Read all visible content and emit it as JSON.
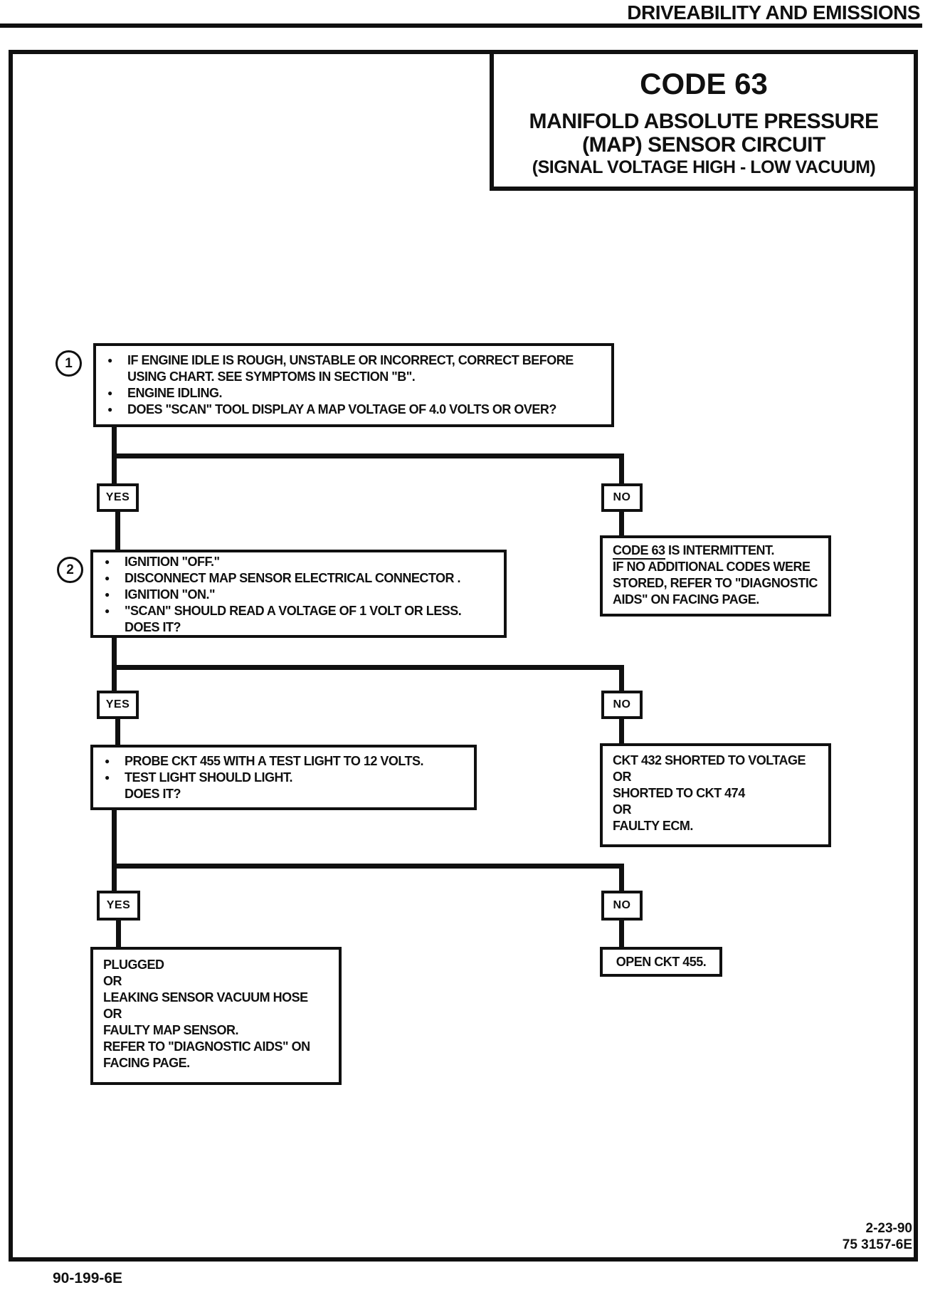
{
  "header": {
    "title": "DRIVEABILITY AND EMISSIONS"
  },
  "title_block": {
    "code": "CODE 63",
    "line1": "MANIFOLD ABSOLUTE PRESSURE",
    "line2": "(MAP) SENSOR CIRCUIT",
    "line3": "(SIGNAL VOLTAGE HIGH - LOW VACUUM)"
  },
  "labels": {
    "yes": "YES",
    "no": "NO"
  },
  "steps": {
    "s1": {
      "num": "1",
      "lines": [
        {
          "b": 1,
          "t": "IF ENGINE IDLE IS ROUGH, UNSTABLE OR INCORRECT, CORRECT BEFORE"
        },
        {
          "b": 0,
          "t": "USING CHART.  SEE SYMPTOMS IN SECTION \"B\"."
        },
        {
          "b": 1,
          "t": "ENGINE IDLING."
        },
        {
          "b": 1,
          "t": "DOES \"SCAN\" TOOL DISPLAY A MAP VOLTAGE OF 4.0  VOLTS OR OVER?"
        }
      ]
    },
    "s2": {
      "num": "2",
      "lines": [
        {
          "b": 1,
          "t": "IGNITION \"OFF.\""
        },
        {
          "b": 1,
          "t": "DISCONNECT MAP SENSOR ELECTRICAL CONNECTOR ."
        },
        {
          "b": 1,
          "t": "IGNITION \"ON.\""
        },
        {
          "b": 1,
          "t": "\"SCAN\" SHOULD READ  A VOLTAGE OF 1 VOLT OR LESS."
        },
        {
          "b": 0,
          "t": "DOES IT?"
        }
      ]
    },
    "s3": {
      "lines": [
        {
          "b": 1,
          "t": "PROBE CKT 455 WITH A TEST LIGHT TO 12  VOLTS."
        },
        {
          "b": 1,
          "t": "TEST LIGHT SHOULD LIGHT."
        },
        {
          "b": 0,
          "t": "DOES IT?"
        }
      ]
    }
  },
  "results": {
    "intermittent": {
      "underlined": "CODE 63",
      "rest": " IS INTERMITTENT.",
      "lines": [
        "IF NO ADDITIONAL CODES WERE",
        "STORED, REFER TO \"DIAGNOSTIC",
        "AIDS\" ON FACING PAGE."
      ]
    },
    "shorted": {
      "lines": [
        "CKT 432 SHORTED TO VOLTAGE",
        "OR",
        "SHORTED TO CKT 474",
        "OR",
        "FAULTY ECM."
      ]
    },
    "plugged": {
      "lines": [
        "PLUGGED",
        "OR",
        "LEAKING SENSOR  VACUUM HOSE",
        "OR",
        "FAULTY MAP SENSOR.",
        "REFER TO \"DIAGNOSTIC AIDS\" ON",
        "FACING PAGE."
      ]
    },
    "open": {
      "text": "OPEN CKT 455."
    }
  },
  "footer": {
    "left": "90-199-6E",
    "right_top": "2-23-90",
    "right_bottom": "75 3157-6E"
  }
}
